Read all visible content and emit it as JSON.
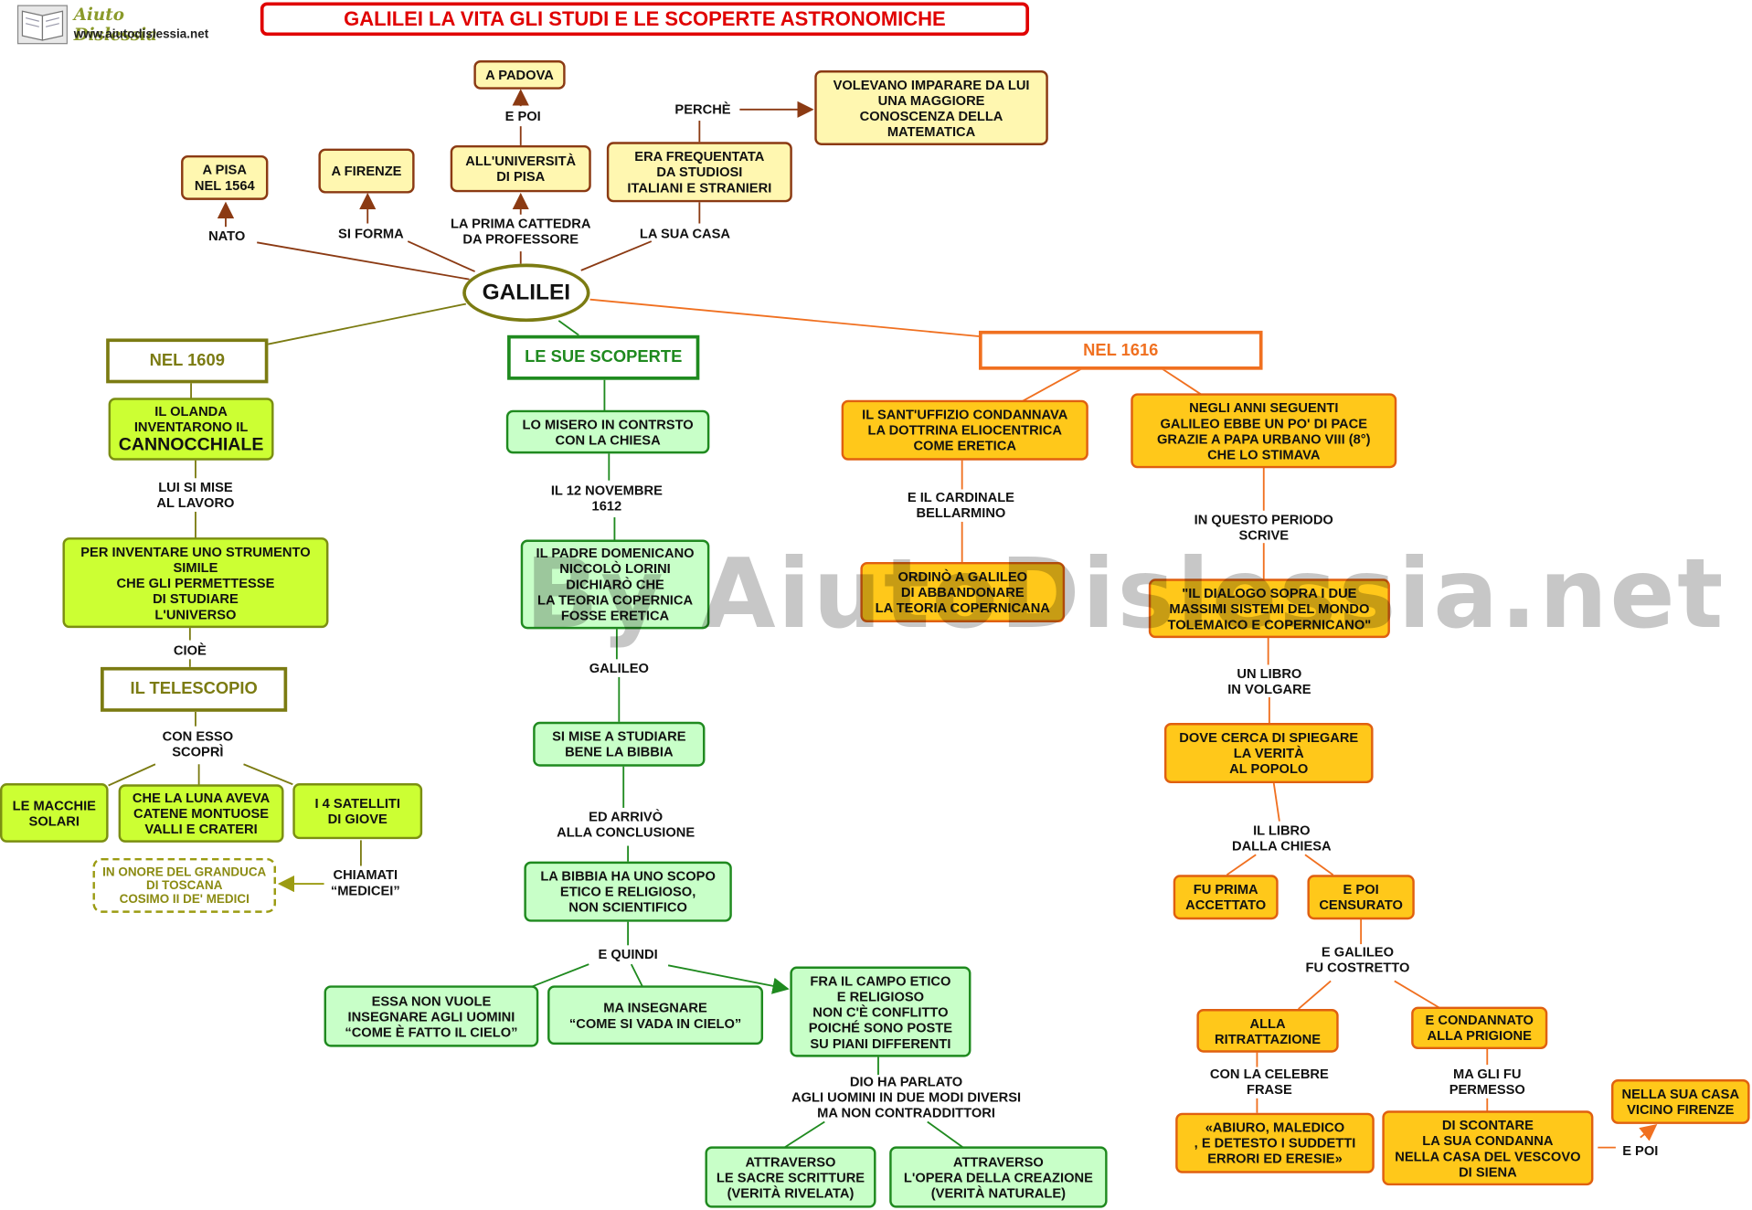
{
  "header": {
    "title": "GALILEI LA VITA GLI STUDI E LE SCOPERTE ASTRONOMICHE"
  },
  "logo": {
    "name": "Aiuto Dislessia",
    "url": "www.aiutodislessia.net"
  },
  "watermark": "By AiutoDislessia.net",
  "colors": {
    "red": "#e00000",
    "olive": "#7b7b12",
    "green": "#1f8a1f",
    "orange": "#f07020",
    "brown": "#8b3a13"
  },
  "center": {
    "label": "GALILEI"
  },
  "top": {
    "nato": "NATO",
    "pisa": "A PISA\nNEL 1564",
    "si_forma": "SI FORMA",
    "firenze": "A FIRENZE",
    "cattedra": "LA PRIMA CATTEDRA\nDA PROFESSORE",
    "universita": "ALL'UNIVERSITÀ\nDI PISA",
    "e_poi": "E POI",
    "padova": "A PADOVA",
    "la_sua_casa": "LA SUA CASA",
    "frequentata": "ERA FREQUENTATA\nDA STUDIOSI\nITALIANI E STRANIERI",
    "perche": "PERCHÈ",
    "volevano": "VOLEVANO IMPARARE DA LUI\nUNA MAGGIORE\nCONOSCENZA DELLA\nMATEMATICA"
  },
  "left": {
    "title": "NEL 1609",
    "olanda": "IL OLANDA\nINVENTARONO IL",
    "cannocchiale": "CANNOCCHIALE",
    "lui_si_mise": "LUI SI MISE\nAL LAVORO",
    "strumento": "PER INVENTARE UNO STRUMENTO\nSIMILE\nCHE GLI PERMETTESSE\nDI STUDIARE\nL'UNIVERSO",
    "cioe": "CIOÈ",
    "telescopio": "IL TELESCOPIO",
    "con_esso": "CON ESSO\nSCOPRÌ",
    "macchie": "LE MACCHIE\nSOLARI",
    "luna": "CHE LA LUNA AVEVA\nCATENE MONTUOSE\nVALLI E CRATERI",
    "satelliti": "I 4 SATELLITI\nDI GIOVE",
    "chiamati": "CHIAMATI\n“MEDICEI”",
    "onore": "IN ONORE DEL GRANDUCA\nDI TOSCANA\nCOSIMO II DE' MEDICI"
  },
  "middle": {
    "title": "LE SUE SCOPERTE",
    "misero": "LO MISERO IN CONTRSTO\nCON LA CHIESA",
    "novembre": "IL 12 NOVEMBRE\n1612",
    "padre": "IL PADRE DOMENICANO\nNICCOLÒ LORINI\nDICHIARÒ CHE\nLA TEORIA COPERNICA\nFOSSE ERETICA",
    "galileo": "GALILEO",
    "bibbia": "SI MISE A STUDIARE\nBENE LA BIBBIA",
    "arrivo": "ED ARRIVÒ\nALLA CONCLUSIONE",
    "scopo": "LA BIBBIA HA UNO SCOPO\nETICO E RELIGIOSO,\nNON SCIENTIFICO",
    "quindi": "E QUINDI",
    "essa": "ESSA NON VUOLE\nINSEGNARE AGLI UOMINI\n“COME È FATTO IL CIELO”",
    "insegnare": "MA INSEGNARE\n“COME SI VADA IN CIELO”",
    "campo": "FRA IL CAMPO ETICO\nE RELIGIOSO\nNON C'È CONFLITTO\nPOICHÉ SONO POSTE\nSU PIANI DIFFERENTI",
    "dio": "DIO HA PARLATO\nAGLI UOMINI IN DUE MODI DIVERSI\nMA NON CONTRADDITTORI",
    "scritture": "ATTRAVERSO\nLE SACRE SCRITTURE\n(VERITÀ RIVELATA)",
    "creazione": "ATTRAVERSO\nL'OPERA DELLA CREAZIONE\n(VERITÀ NATURALE)"
  },
  "right": {
    "title": "NEL 1616",
    "uffizio": "IL SANT'UFFIZIO CONDANNAVA\nLA DOTTRINA ELIOCENTRICA\nCOME ERETICA",
    "negli_anni": "NEGLI ANNI SEGUENTI\nGALILEO EBBE UN PO' DI PACE\nGRAZIE A PAPA URBANO VIII (8°)\nCHE LO STIMAVA",
    "cardinale": "E IL CARDINALE\nBELLARMINO",
    "ordino": "ORDINÒ A GALILEO\nDI ABBANDONARE\nLA TEORIA COPERNICANA",
    "periodo": "IN QUESTO PERIODO\nSCRIVE",
    "dialogo": "\"IL DIALOGO SOPRA I DUE\nMASSIMI SISTEMI DEL MONDO\nTOLEMAICO E COPERNICANO\"",
    "libro": "UN LIBRO\nIN VOLGARE",
    "verita": "DOVE CERCA DI SPIEGARE\nLA VERITÀ\nAL POPOLO",
    "il_libro": "IL LIBRO\nDALLA CHIESA",
    "accettato": "FU PRIMA\nACCETTATO",
    "censurato": "E POI\nCENSURATO",
    "costretto": "E GALILEO\nFU COSTRETTO",
    "ritrattazione": "ALLA\nRITRATTAZIONE",
    "prigione": "E CONDANNATO\nALLA PRIGIONE",
    "celebre": "CON LA CELEBRE\nFRASE",
    "abiuro": "«ABIURO, MALEDICO\n, E DETESTO I SUDDETTI\nERRORI ED ERESIE»",
    "permesso": "MA GLI FU\nPERMESSO",
    "scontare": "DI SCONTARE\nLA SUA CONDANNA\nNELLA CASA DEL VESCOVO\nDI SIENA",
    "e_poi": "E POI",
    "vicino": "NELLA SUA CASA\nVICINO FIRENZE"
  }
}
